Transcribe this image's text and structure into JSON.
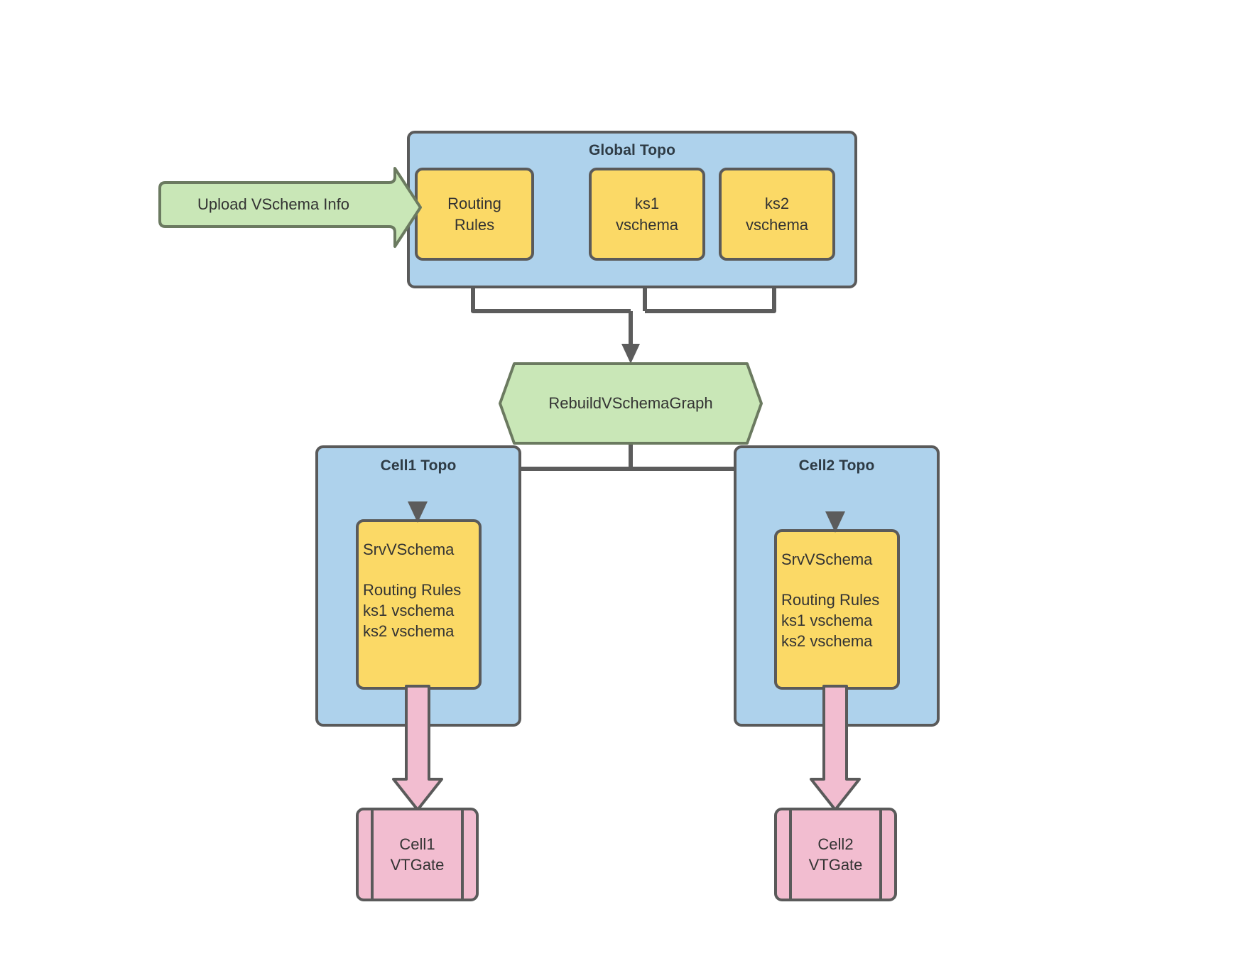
{
  "diagram": {
    "title_hidden": "",
    "colors": {
      "topo_fill": "#aed2ec",
      "topo_stroke": "#5a5a5a",
      "schema_fill": "#fbd966",
      "schema_stroke": "#5a5a5a",
      "action_fill": "#c9e7b7",
      "action_stroke": "#6b7a60",
      "gate_fill": "#f2bdd0",
      "gate_stroke": "#5a5a5a",
      "connector": "#5c5c5c",
      "text": "#333333",
      "title_text": "#2e3b45",
      "background": "#ffffff"
    },
    "global_topo": {
      "title": "Global Topo",
      "boxes": [
        {
          "name": "routing-rules",
          "label": "Routing\nRules"
        },
        {
          "name": "ks1-vschema",
          "label": "ks1\nvschema"
        },
        {
          "name": "ks2-vschema",
          "label": "ks2\nvschema"
        }
      ]
    },
    "upload_arrow": {
      "label": "Upload VSchema Info"
    },
    "rebuild_action": {
      "label": "RebuildVSchemaGraph"
    },
    "cells": [
      {
        "name": "cell1",
        "topo_title": "Cell1 Topo",
        "srv_vschema_title": "SrvVSchema",
        "srv_vschema_items": "Routing Rules\nks1 vschema\nks2 vschema",
        "vtgate_label": "Cell1\nVTGate"
      },
      {
        "name": "cell2",
        "topo_title": "Cell2 Topo",
        "srv_vschema_title": "SrvVSchema",
        "srv_vschema_items": "Routing Rules\nks1 vschema\nks2 vschema",
        "vtgate_label": "Cell2\nVTGate"
      }
    ]
  }
}
